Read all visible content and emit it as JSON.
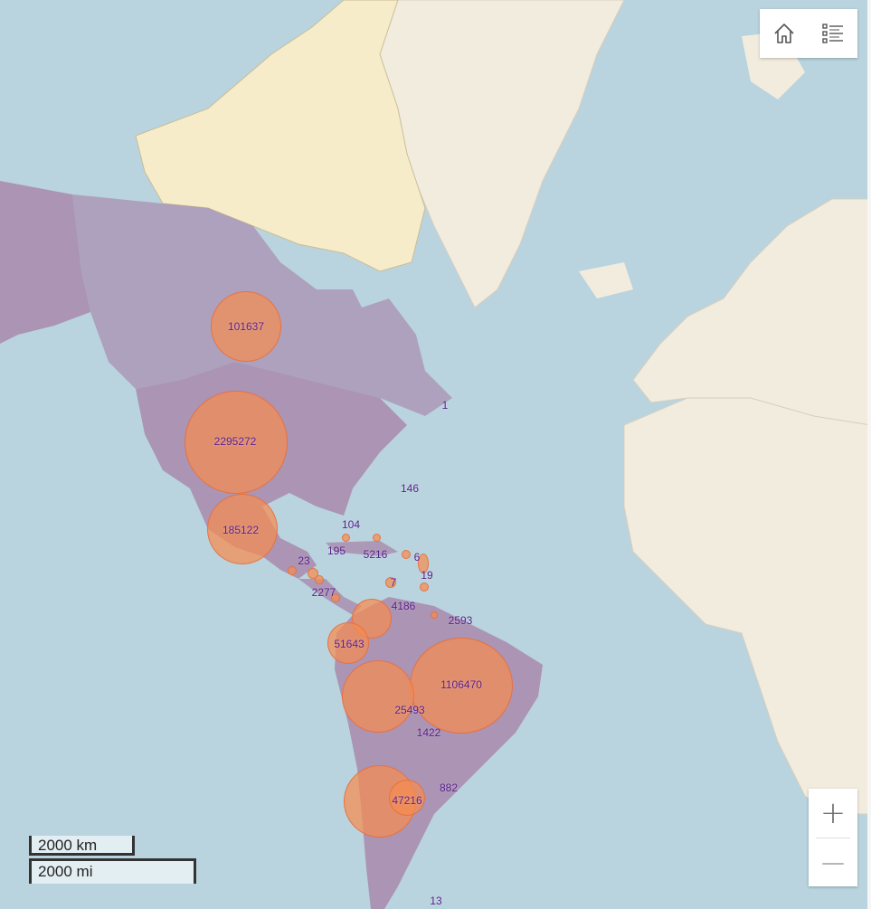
{
  "toolbar": {
    "home_icon": "home-icon",
    "legend_icon": "legend-list-icon"
  },
  "zoom": {
    "in_label": "+",
    "out_label": "—"
  },
  "scale": {
    "km_label": "2000 km",
    "mi_label": "2000 mi"
  },
  "colors": {
    "ocean": "#b9d4de",
    "land": "#f2ecdf",
    "choropleth": "#a77fa6",
    "bubble": "#f58c50"
  },
  "labels": [
    {
      "id": "canada",
      "text": "101637"
    },
    {
      "id": "usa",
      "text": "2295272"
    },
    {
      "id": "mexico",
      "text": "185122"
    },
    {
      "id": "atlantic-1",
      "text": "1"
    },
    {
      "id": "bermuda",
      "text": "146"
    },
    {
      "id": "bahamas",
      "text": "104"
    },
    {
      "id": "cuba",
      "text": "195"
    },
    {
      "id": "hispaniola",
      "text": "5216"
    },
    {
      "id": "lesser-antilles-6",
      "text": "6"
    },
    {
      "id": "lesser-antilles-19",
      "text": "19"
    },
    {
      "id": "belize",
      "text": "23"
    },
    {
      "id": "costa-rica",
      "text": "2277"
    },
    {
      "id": "caribbean-7",
      "text": "7"
    },
    {
      "id": "venezuela",
      "text": "4186"
    },
    {
      "id": "guyana",
      "text": "2593"
    },
    {
      "id": "ecuador",
      "text": "51643"
    },
    {
      "id": "brazil",
      "text": "1106470"
    },
    {
      "id": "peru",
      "text": "25493"
    },
    {
      "id": "paraguay",
      "text": "1422"
    },
    {
      "id": "uruguay",
      "text": "882"
    },
    {
      "id": "argentina",
      "text": "47216"
    },
    {
      "id": "falklands",
      "text": "13"
    }
  ]
}
